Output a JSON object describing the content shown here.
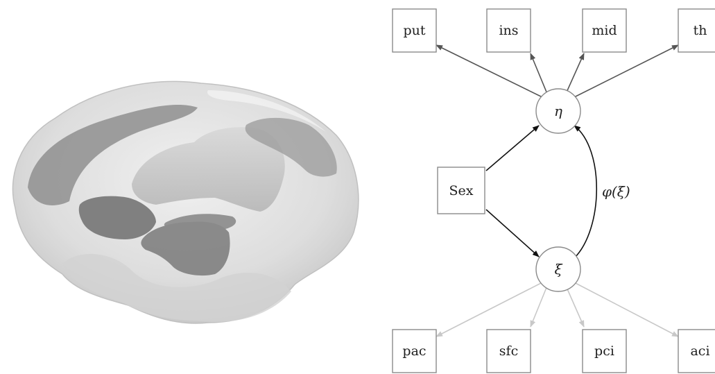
{
  "diagram": {
    "nodes": {
      "put": "put",
      "ins": "ins",
      "mid": "mid",
      "th": "th",
      "eta": "η",
      "sex": "Sex",
      "xi": "ξ",
      "pac": "pac",
      "sfc": "sfc",
      "pci": "pci",
      "aci": "aci"
    },
    "edge_label": "φ(ξ)",
    "colors": {
      "top_arrows": "#555555",
      "bottom_arrows": "#c8c8c8",
      "center_arrows": "#111111",
      "box_border": "#8a8a8a"
    }
  }
}
